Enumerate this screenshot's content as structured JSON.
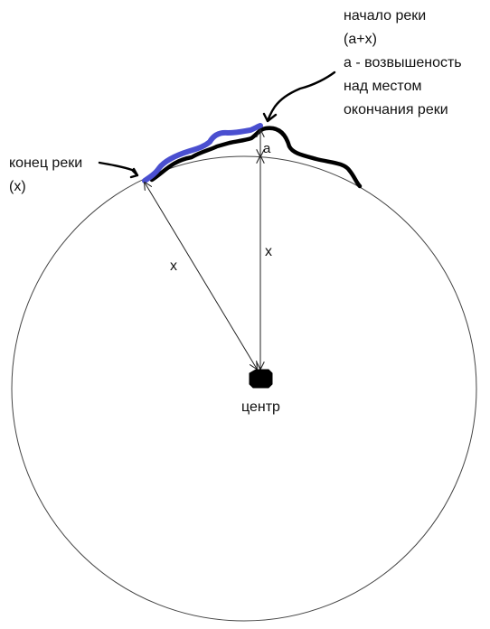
{
  "labels": {
    "source_lines": [
      "начало реки",
      "(a+x)",
      "a - возвышеность",
      "над местом",
      "окончания реки"
    ],
    "mouth_lines": [
      "конец реки",
      "(x)"
    ],
    "radius_left": "x",
    "radius_right": "x",
    "height": "a",
    "center": "центр"
  },
  "colors": {
    "river": "#4a4fd0",
    "terrain": "#000000",
    "circle": "#444444"
  }
}
